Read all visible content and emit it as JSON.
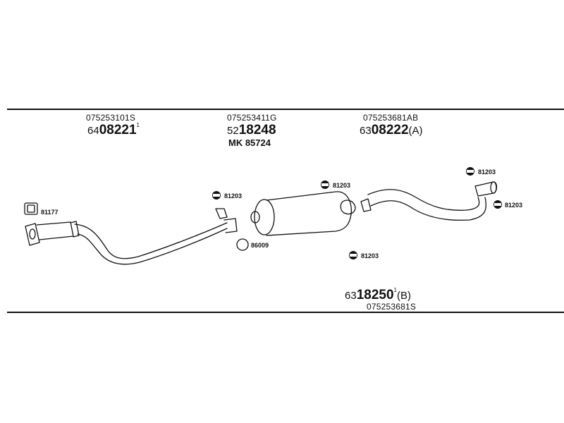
{
  "parts": [
    {
      "oem": "075253101S",
      "prefix": "64",
      "number": "08221",
      "sup": "1",
      "suffix": ""
    },
    {
      "oem": "075253411G",
      "prefix": "52",
      "number": "18248",
      "sup": "",
      "suffix": ""
    },
    {
      "oem": "075253681AB",
      "prefix": "63",
      "number": "08222",
      "sup": "",
      "suffix": "(A)"
    },
    {
      "oem": "075253681S",
      "prefix": "63",
      "number": "18250",
      "sup": "1",
      "suffix": "(B)"
    }
  ],
  "kit": "MK 85724",
  "callouts": {
    "c81177": "81177",
    "c81203_a": "81203",
    "c86009": "86009",
    "c81203_b": "81203",
    "c81203_c": "81203",
    "c81203_d": "81203",
    "c81203_e": "81203"
  }
}
